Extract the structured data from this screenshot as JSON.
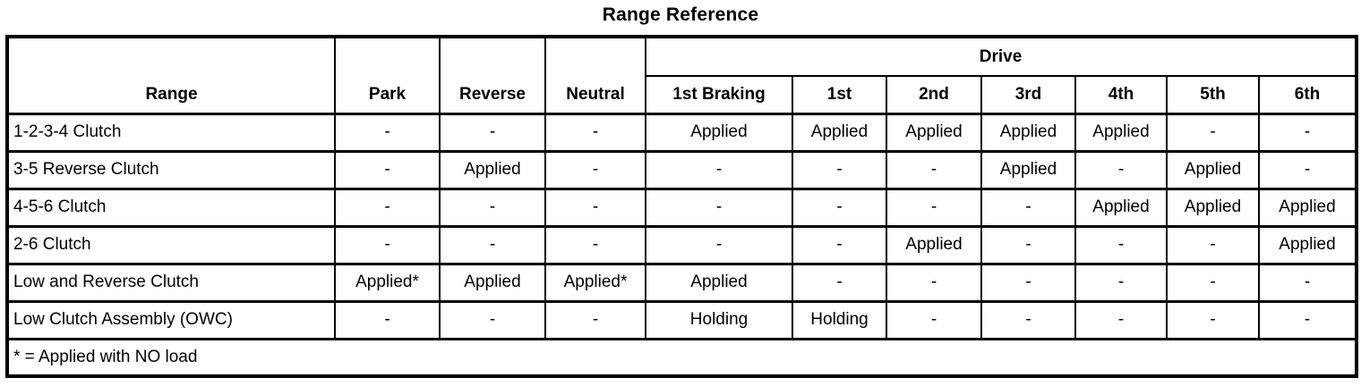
{
  "title": "Range Reference",
  "table": {
    "drive_header": "Drive",
    "columns": [
      "Range",
      "Park",
      "Reverse",
      "Neutral",
      "1st Braking",
      "1st",
      "2nd",
      "3rd",
      "4th",
      "5th",
      "6th"
    ],
    "rows": [
      {
        "range": "1-2-3-4 Clutch",
        "values": [
          "-",
          "-",
          "-",
          "Applied",
          "Applied",
          "Applied",
          "Applied",
          "Applied",
          "-",
          "-"
        ]
      },
      {
        "range": "3-5 Reverse Clutch",
        "values": [
          "-",
          "Applied",
          "-",
          "-",
          "-",
          "-",
          "Applied",
          "-",
          "Applied",
          "-"
        ]
      },
      {
        "range": "4-5-6 Clutch",
        "values": [
          "-",
          "-",
          "-",
          "-",
          "-",
          "-",
          "-",
          "Applied",
          "Applied",
          "Applied"
        ]
      },
      {
        "range": "2-6 Clutch",
        "values": [
          "-",
          "-",
          "-",
          "-",
          "-",
          "Applied",
          "-",
          "-",
          "-",
          "Applied"
        ]
      },
      {
        "range": "Low and Reverse Clutch",
        "values": [
          "Applied*",
          "Applied",
          "Applied*",
          "Applied",
          "-",
          "-",
          "-",
          "-",
          "-",
          "-"
        ]
      },
      {
        "range": "Low Clutch Assembly (OWC)",
        "values": [
          "-",
          "-",
          "-",
          "Holding",
          "Holding",
          "-",
          "-",
          "-",
          "-",
          "-"
        ]
      }
    ],
    "footnote": "* = Applied with NO load"
  }
}
